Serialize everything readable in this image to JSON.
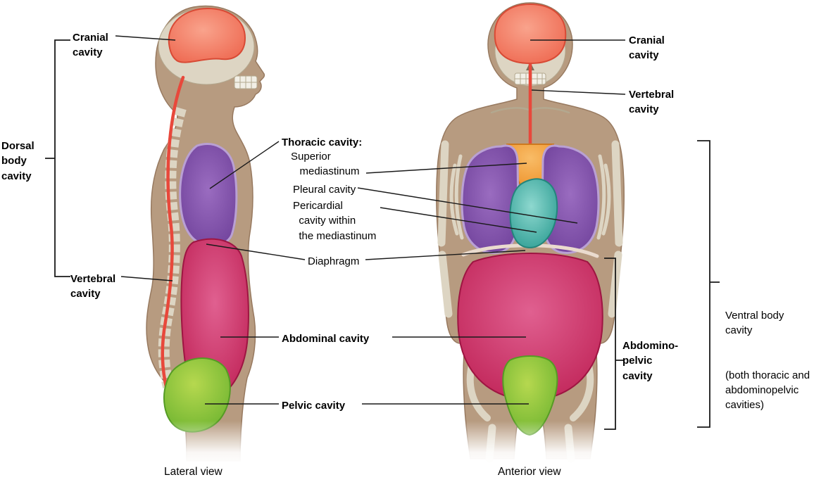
{
  "figure": {
    "type": "anatomical-diagram",
    "subject": "Dorsal and ventral body cavities"
  },
  "labels": {
    "dorsal_body_cavity": "Dorsal\nbody\ncavity",
    "cranial_cavity_lateral": "Cranial\ncavity",
    "vertebral_cavity_lateral": "Vertebral\ncavity",
    "thoracic_cavity": "Thoracic cavity:",
    "superior_mediastinum": "Superior\n   mediastinum",
    "pleural_cavity": "Pleural cavity",
    "pericardial_cavity": "Pericardial\n  cavity within\n  the mediastinum",
    "diaphragm": "Diaphragm",
    "abdominal_cavity": "Abdominal cavity",
    "pelvic_cavity": "Pelvic cavity",
    "cranial_cavity_anterior": "Cranial\ncavity",
    "vertebral_cavity_anterior": "Vertebral\ncavity",
    "abdominopelvic_cavity": "Abdomino-\npelvic\ncavity",
    "ventral_body_cavity_title": "Ventral body\ncavity",
    "ventral_body_cavity_note": "(both thoracic and\nabdominopelvic\ncavities)",
    "caption_lateral": "Lateral view",
    "caption_anterior": "Anterior view"
  },
  "colors": {
    "background": "#ffffff",
    "text": "#000000",
    "line": "#1a1a1a",
    "skin": "#b79b80",
    "skin_edge": "#97795f",
    "bone": "#ddd5c3",
    "bone_edge": "#b3a88f",
    "vertebral_line": "#e8483b",
    "cranial_light": "#f9a38c",
    "cranial_main": "#ee6850",
    "cranial_edge": "#d84a35",
    "thoracic_light": "#9a6cc0",
    "thoracic_main": "#6e4099",
    "pleural_rim": "#b9a0d4",
    "mediastinum_light": "#f8bc67",
    "mediastinum_main": "#ef952f",
    "mediastinum_edge": "#cd791f",
    "pericardial_light": "#8ed8cf",
    "pericardial_main": "#2f9e94",
    "pericardial_edge": "#23857c",
    "abdominal_light": "#e06090",
    "abdominal_main": "#bd1e52",
    "abdominal_edge": "#9e1542",
    "pelvic_light": "#b6d84f",
    "pelvic_main": "#6cb32f",
    "pelvic_edge": "#559b24",
    "diaphragm_line": "#eadbce"
  }
}
